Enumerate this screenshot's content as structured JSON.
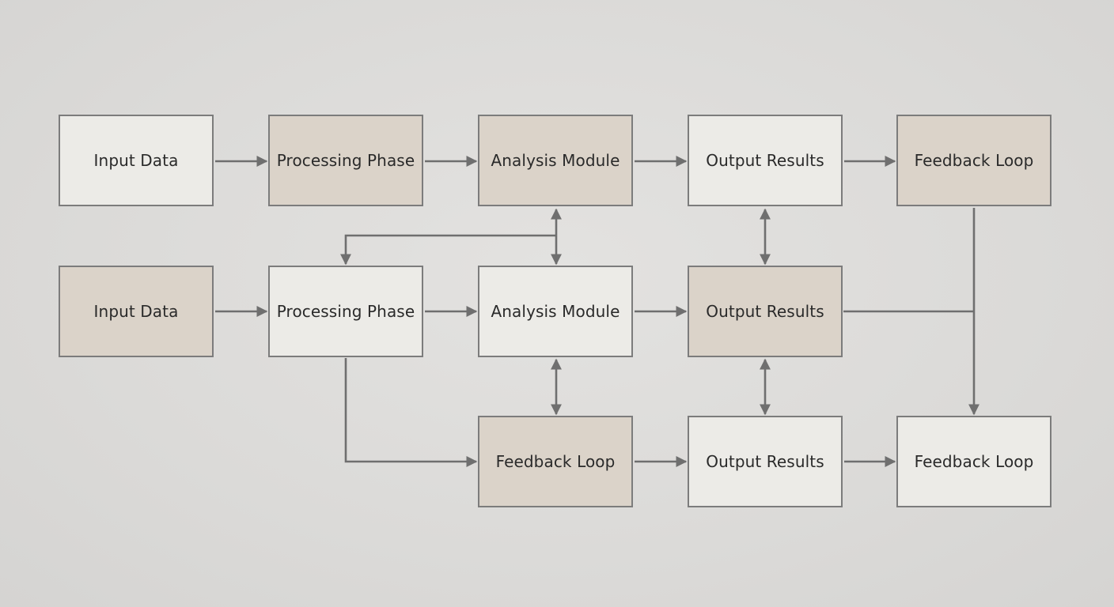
{
  "diagram": {
    "nodes": [
      {
        "id": "r1c1",
        "label": "Input Data",
        "style": "light"
      },
      {
        "id": "r1c2",
        "label": "Processing Phase",
        "style": "tan"
      },
      {
        "id": "r1c3",
        "label": "Analysis Module",
        "style": "tan"
      },
      {
        "id": "r1c4",
        "label": "Output Results",
        "style": "light"
      },
      {
        "id": "r1c5",
        "label": "Feedback Loop",
        "style": "tan"
      },
      {
        "id": "r2c1",
        "label": "Input Data",
        "style": "tan"
      },
      {
        "id": "r2c2",
        "label": "Processing Phase",
        "style": "light"
      },
      {
        "id": "r2c3",
        "label": "Analysis Module",
        "style": "light"
      },
      {
        "id": "r2c4",
        "label": "Output Results",
        "style": "tan"
      },
      {
        "id": "r3c3",
        "label": "Feedback Loop",
        "style": "tan"
      },
      {
        "id": "r3c4",
        "label": "Output Results",
        "style": "light"
      },
      {
        "id": "r3c5",
        "label": "Feedback Loop",
        "style": "light"
      }
    ],
    "edges": [
      {
        "from": "r1c1",
        "to": "r1c2",
        "type": "arrow"
      },
      {
        "from": "r1c2",
        "to": "r1c3",
        "type": "arrow"
      },
      {
        "from": "r1c3",
        "to": "r1c4",
        "type": "arrow"
      },
      {
        "from": "r1c4",
        "to": "r1c5",
        "type": "arrow"
      },
      {
        "from": "r2c1",
        "to": "r2c2",
        "type": "arrow"
      },
      {
        "from": "r2c2",
        "to": "r2c3",
        "type": "arrow"
      },
      {
        "from": "r2c3",
        "to": "r2c4",
        "type": "arrow"
      },
      {
        "from": "r3c3",
        "to": "r3c4",
        "type": "arrow"
      },
      {
        "from": "r3c4",
        "to": "r3c5",
        "type": "arrow"
      },
      {
        "from": "r1c3",
        "to": "r2c3",
        "type": "bidirectional"
      },
      {
        "from": "r1c4",
        "to": "r2c4",
        "type": "bidirectional"
      },
      {
        "from": "r2c3",
        "to": "r3c3",
        "type": "bidirectional"
      },
      {
        "from": "r2c4",
        "to": "r3c4",
        "type": "bidirectional"
      },
      {
        "from": "r1c3",
        "to": "r2c2",
        "type": "elbow-arrow"
      },
      {
        "from": "r2c2",
        "to": "r3c3",
        "type": "elbow-arrow"
      },
      {
        "from": "r1c5",
        "to": "r3c5",
        "type": "arrow"
      },
      {
        "from": "r2c4",
        "to": "r3c5",
        "type": "merge-line"
      }
    ]
  },
  "colors": {
    "background": "#dcdbd9",
    "node_light": "#ecebe7",
    "node_tan": "#dbd3c9",
    "border": "#7c7c7c",
    "connector": "#6f6f6f",
    "text": "#2a2a2a"
  }
}
